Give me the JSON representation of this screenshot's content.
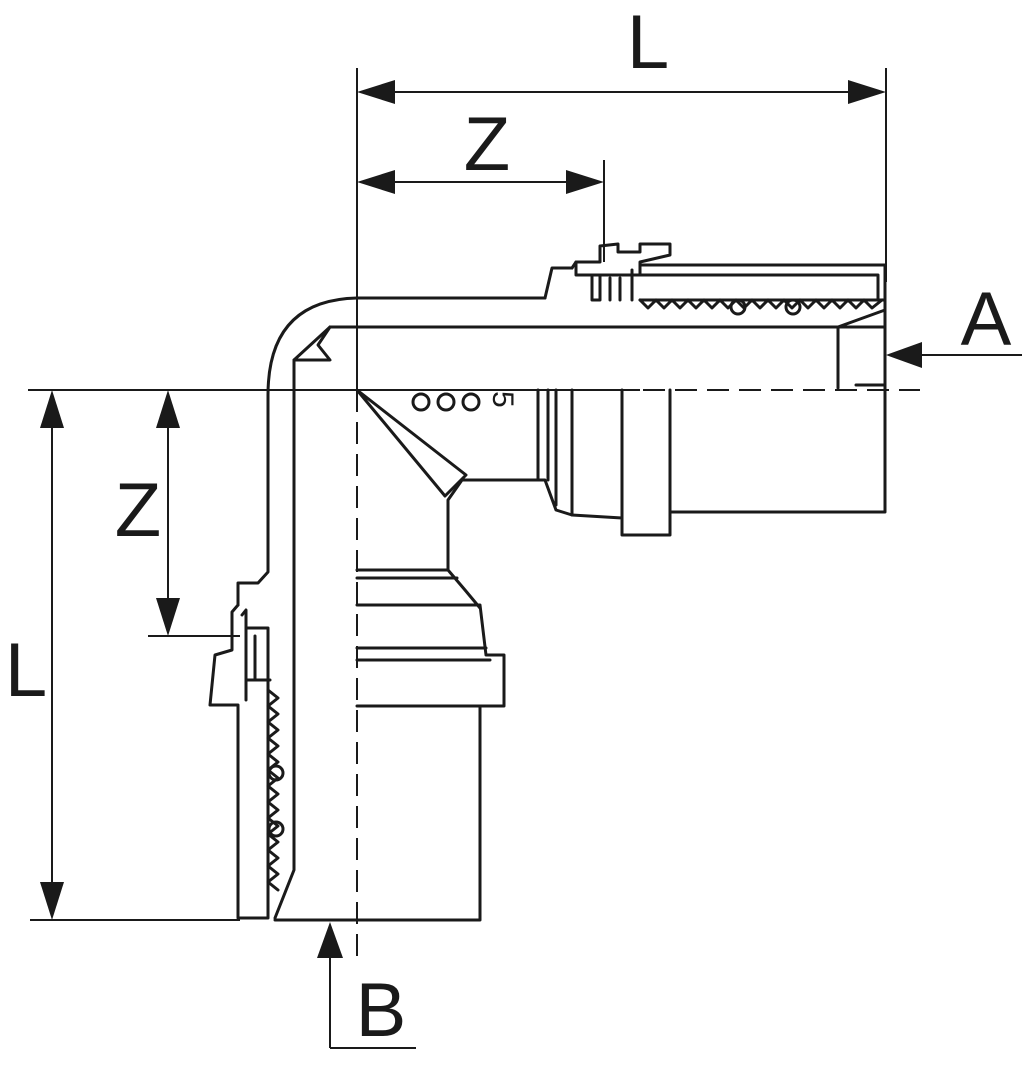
{
  "labels": {
    "L_top": "L",
    "Z_top": "Z",
    "A": "A",
    "Z_left": "Z",
    "L_left": "L",
    "B": "B",
    "marking": "5"
  },
  "colors": {
    "ink": "#1a1a1a",
    "background": "#ffffff"
  }
}
